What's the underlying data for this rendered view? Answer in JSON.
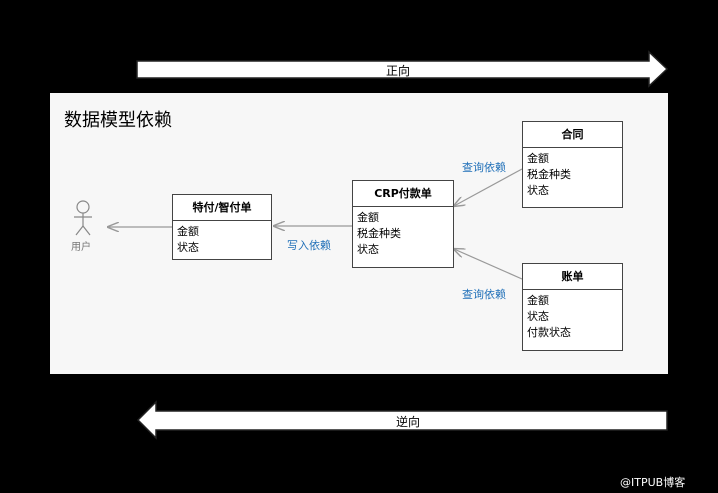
{
  "forward_arrow": {
    "label": "正向"
  },
  "backward_arrow": {
    "label": "逆向"
  },
  "diagram": {
    "title": "数据模型依赖",
    "actor": {
      "label": "用户"
    },
    "boxes": {
      "tefu": {
        "title": "特付/智付单",
        "fields": [
          "金额",
          "状态"
        ]
      },
      "crp": {
        "title": "CRP付款单",
        "fields": [
          "金额",
          "税金种类",
          "状态"
        ]
      },
      "contract": {
        "title": "合同",
        "fields": [
          "金额",
          "税金种类",
          "状态"
        ]
      },
      "bill": {
        "title": "账单",
        "fields": [
          "金额",
          "状态",
          "付款状态"
        ]
      }
    },
    "edges": {
      "query_contract": "查询依赖",
      "query_bill": "查询依赖",
      "write": "写入依赖"
    }
  },
  "watermark": "@ITPUB博客"
}
